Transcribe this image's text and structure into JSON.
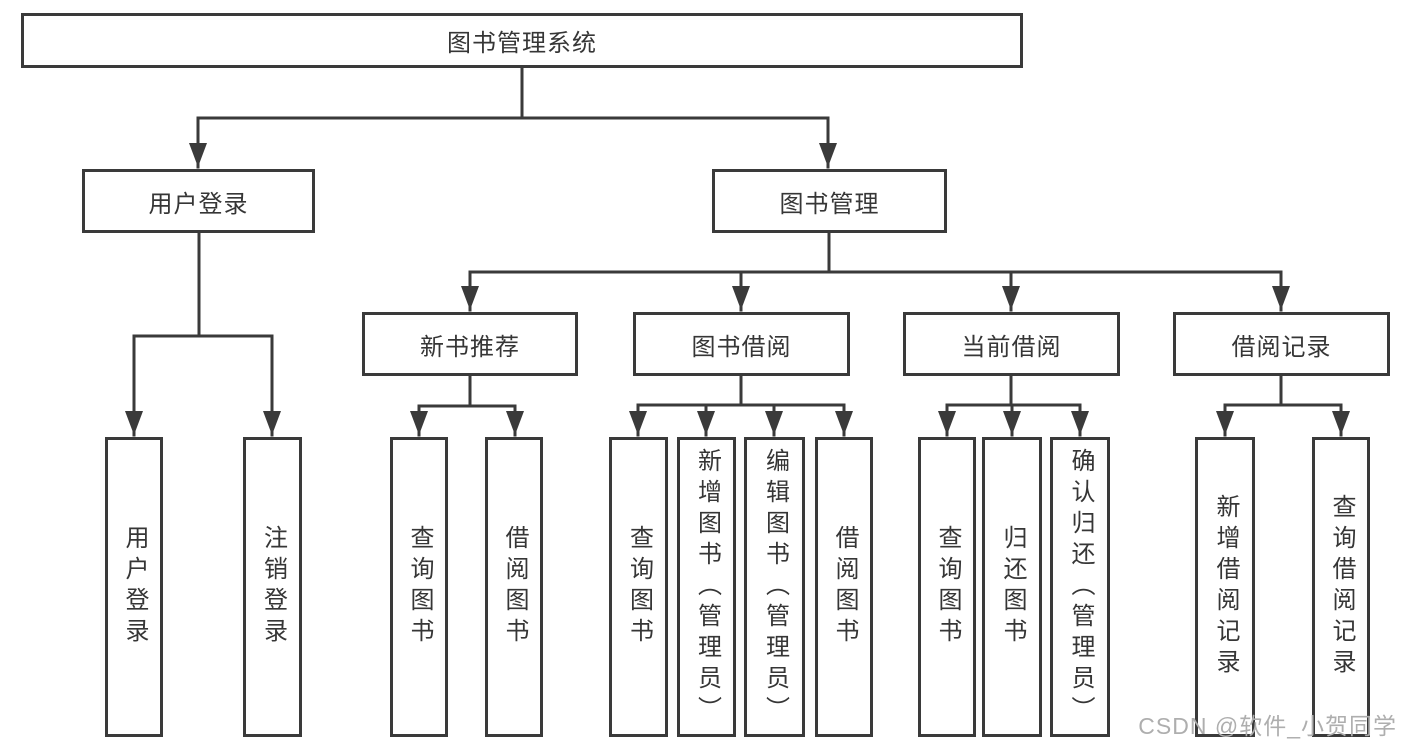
{
  "diagram": {
    "root": "图书管理系统",
    "level1": {
      "user_login": "用户登录",
      "book_mgmt": "图书管理"
    },
    "level2": {
      "new_book": "新书推荐",
      "borrow": "图书借阅",
      "current": "当前借阅",
      "record": "借阅记录"
    },
    "leaves": {
      "user_login": "用户登录",
      "logout": "注销登录",
      "nb_query": "查询图书",
      "nb_borrow": "借阅图书",
      "bb_query": "查询图书",
      "bb_add": "新增图书（管理员）",
      "bb_edit": "编辑图书（管理员）",
      "bb_borrow": "借阅图书",
      "cb_query": "查询图书",
      "cb_return": "归还图书",
      "cb_confirm": "确认归还（管理员）",
      "br_add": "新增借阅记录",
      "br_query": "查询借阅记录"
    }
  },
  "watermark": "CSDN @软件_小贺同学",
  "colors": {
    "line": "#3a3a3a",
    "text": "#363636",
    "watermark": "#aeaeae",
    "background": "#ffffff"
  }
}
